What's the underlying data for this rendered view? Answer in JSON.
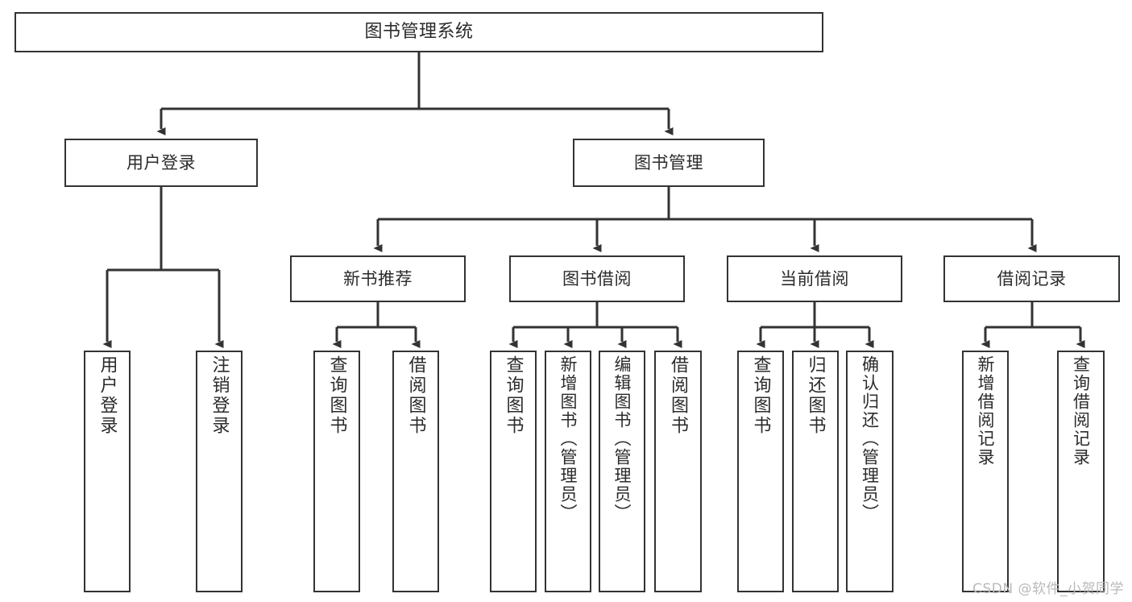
{
  "diagram": {
    "title": "图书管理系统",
    "type": "tree-hierarchy-chart",
    "watermark": "CSDN @软件_小贺同学",
    "colors": {
      "stroke": "#333333",
      "fill": "#ffffff",
      "text": "#2b2b2b",
      "watermark": "#b9b9b9"
    },
    "nodes": {
      "root": {
        "label": "图书管理系统"
      },
      "tier1": [
        {
          "label": "用户登录"
        },
        {
          "label": "图书管理"
        }
      ],
      "tier2": [
        {
          "label": "新书推荐"
        },
        {
          "label": "图书借阅"
        },
        {
          "label": "当前借阅"
        },
        {
          "label": "借阅记录"
        }
      ],
      "leaves": {
        "user_login": [
          {
            "label": "用户登录"
          },
          {
            "label": "注销登录"
          }
        ],
        "new_book_recommend": [
          {
            "label": "查询图书"
          },
          {
            "label": "借阅图书"
          }
        ],
        "book_borrow": [
          {
            "label": "查询图书"
          },
          {
            "label": "新增图书（管理员）"
          },
          {
            "label": "编辑图书（管理员）"
          },
          {
            "label": "借阅图书"
          }
        ],
        "current_borrow": [
          {
            "label": "查询图书"
          },
          {
            "label": "归还图书"
          },
          {
            "label": "确认归还（管理员）"
          }
        ],
        "borrow_record": [
          {
            "label": "新增借阅记录"
          },
          {
            "label": "查询借阅记录"
          }
        ]
      }
    }
  }
}
